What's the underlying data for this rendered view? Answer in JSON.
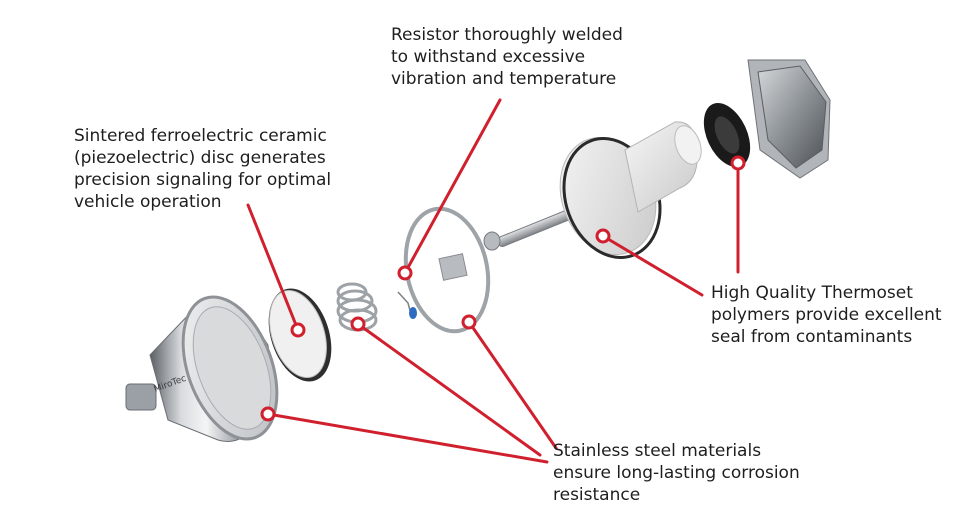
{
  "callouts": {
    "resistor": [
      "Resistor thoroughly welded",
      "to withstand excessive",
      "vibration and temperature"
    ],
    "disc": [
      "Sintered ferroelectric ceramic",
      "(piezoelectric) disc generates",
      "precision signaling for optimal",
      "vehicle operation"
    ],
    "thermoset": [
      "High Quality Thermoset",
      "polymers provide excellent",
      "seal from contaminants"
    ],
    "steel": [
      "Stainless steel materials",
      "ensure long-lasting corrosion",
      "resistance"
    ]
  },
  "colors": {
    "leader": "#d0202e",
    "text": "#1e1e1e",
    "steel_dark": "#5a5e63",
    "steel_light": "#e4e6e8",
    "polymer": "#e6e6e6",
    "seal": "#1a1a1a"
  },
  "housing_logo": "MiroTec"
}
